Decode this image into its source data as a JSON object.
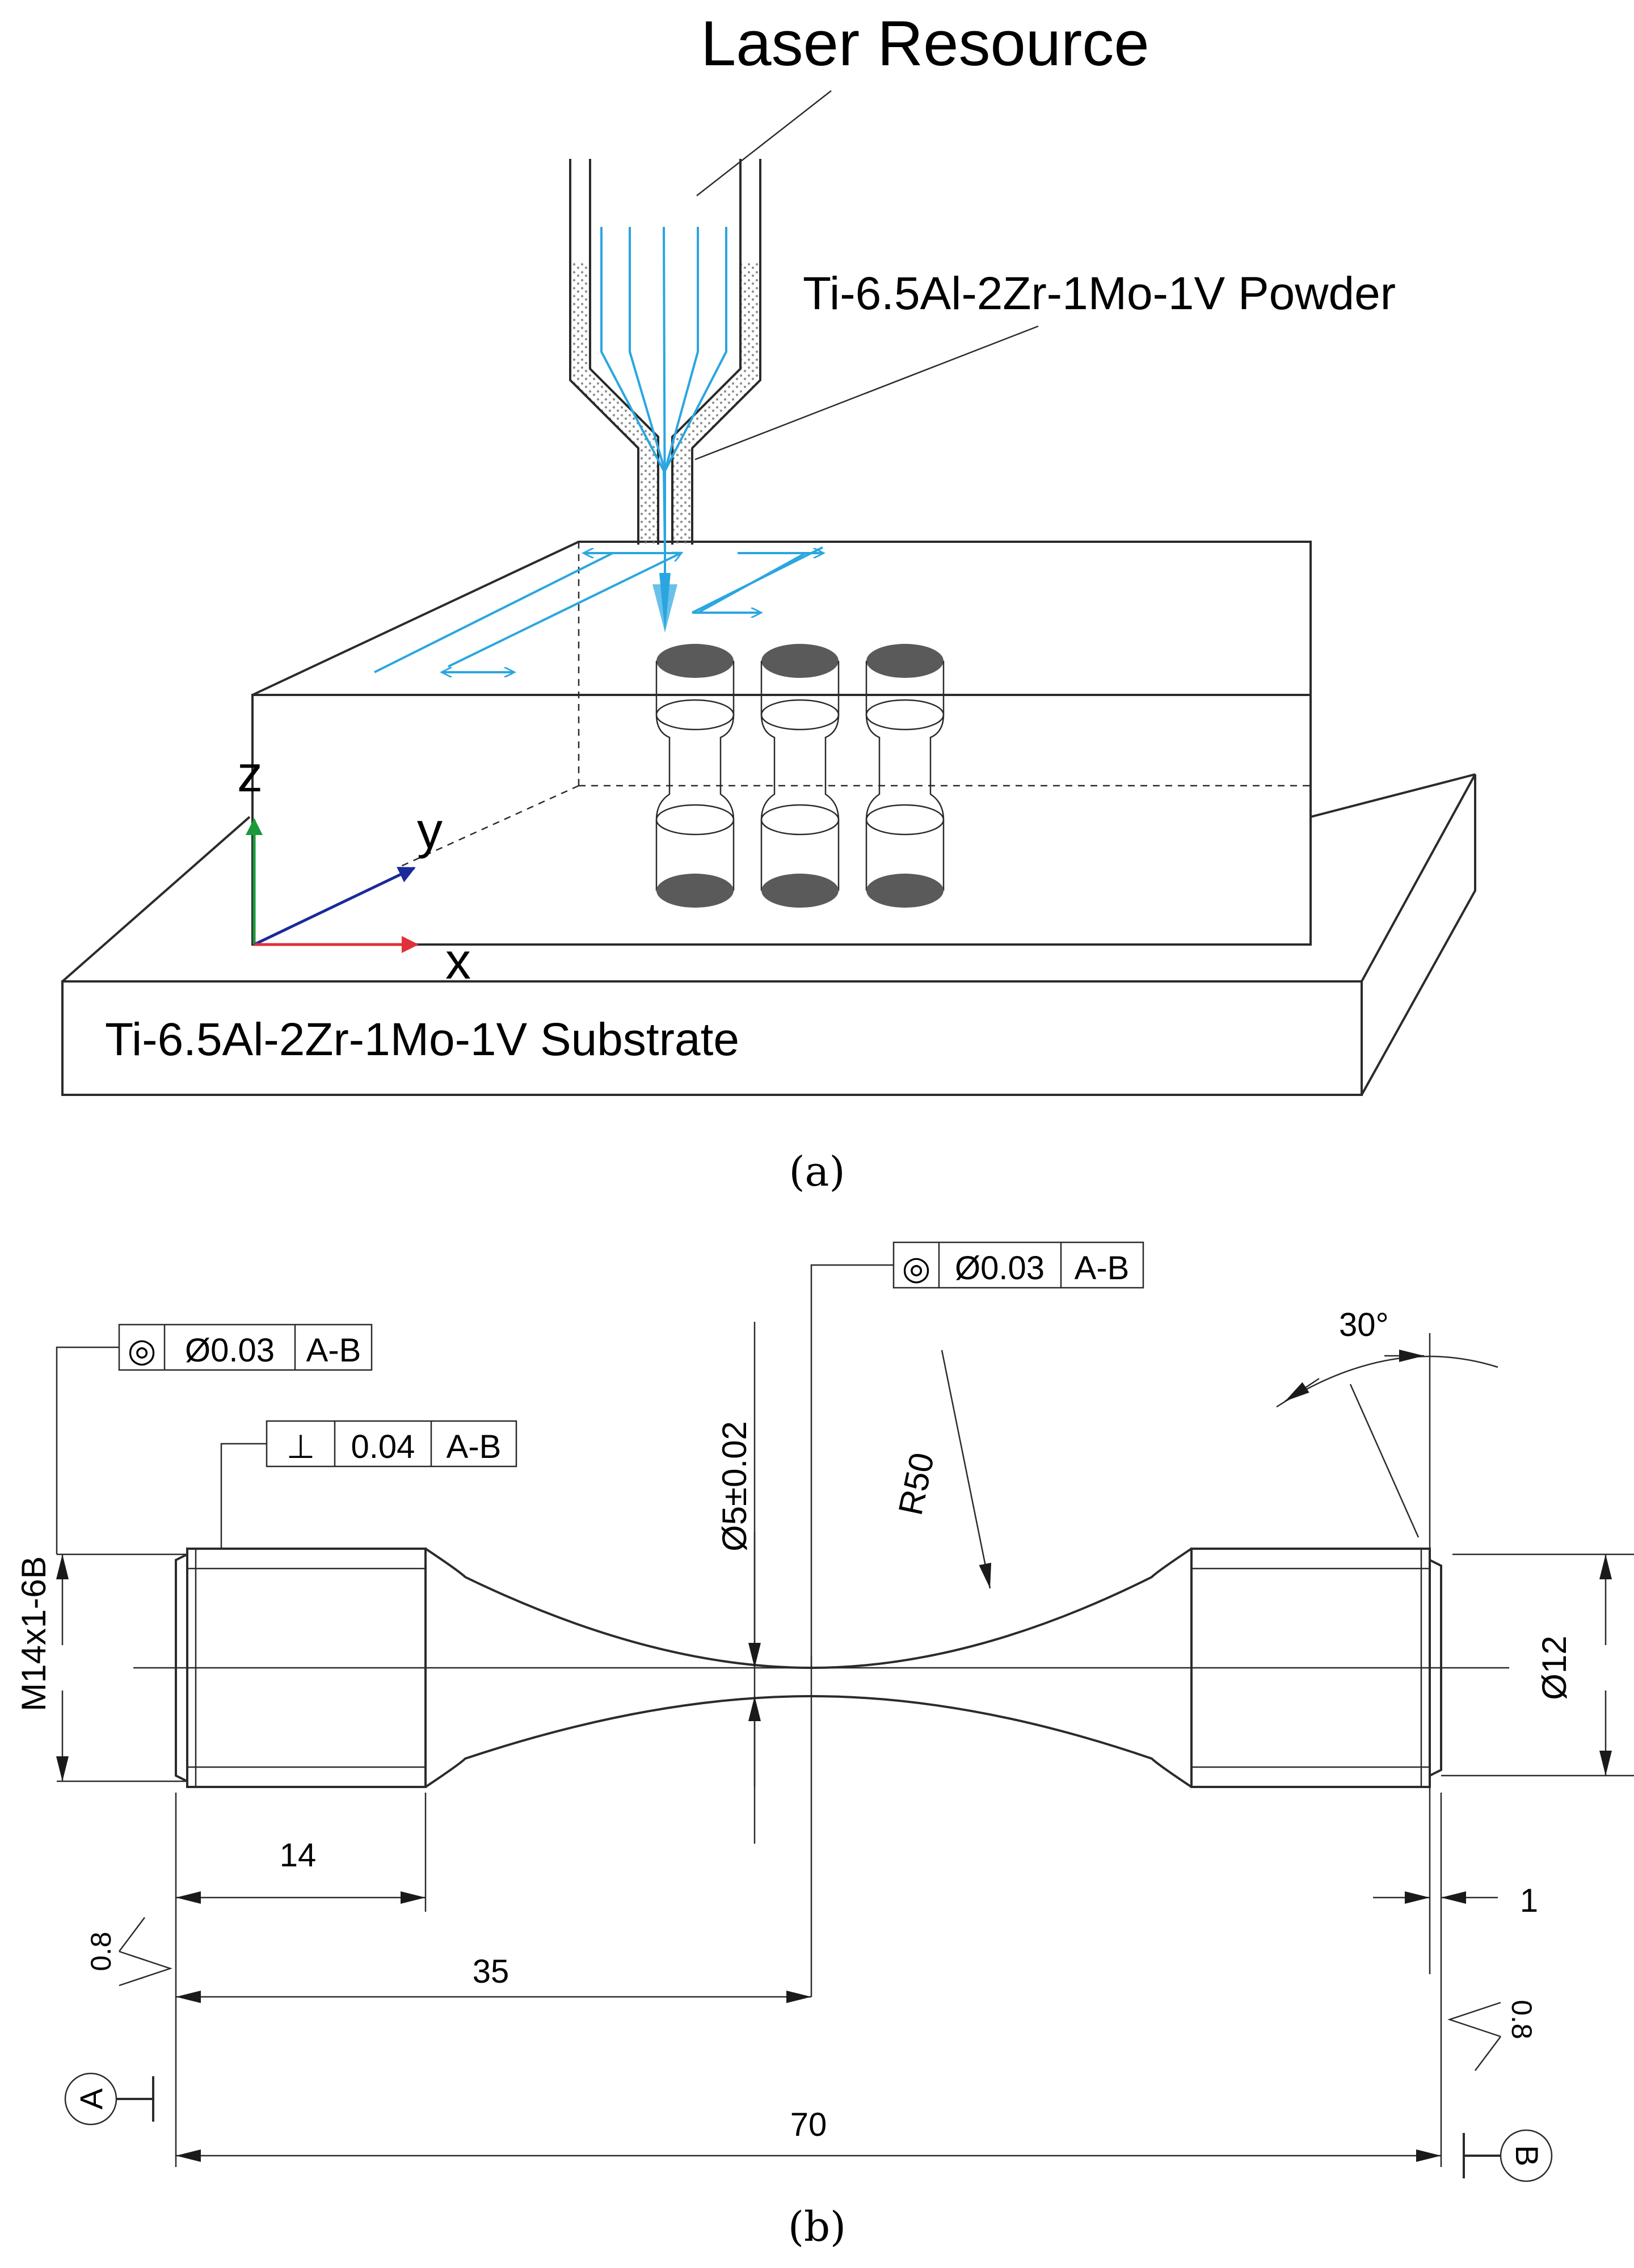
{
  "panel_a": {
    "caption": "(a)",
    "labels": {
      "laser": "Laser Resource",
      "powder": "Ti-6.5Al-2Zr-1Mo-1V  Powder",
      "substrate": "Ti-6.5Al-2Zr-1Mo-1V  Substrate",
      "axis_z": "z",
      "axis_y": "y",
      "axis_x": "x"
    },
    "colors": {
      "laser": "#2aa6e0",
      "axis_z": "#1a9a3a",
      "axis_y": "#1a2a9a",
      "axis_x": "#e0303a",
      "specimen_ends": "#5a5a5a"
    }
  },
  "panel_b": {
    "caption": "(b)",
    "tolerance_frames": {
      "top_center": {
        "symbol": "◎",
        "value": "Ø0.03",
        "datum": "A-B"
      },
      "left_top": {
        "symbol": "◎",
        "value": "Ø0.03",
        "datum": "A-B"
      },
      "left_perp": {
        "symbol": "⊥",
        "value": "0.04",
        "datum": "A-B"
      }
    },
    "dimensions": {
      "gauge_diameter": "Ø5±0.02",
      "radius": "R50",
      "angle": "30°",
      "thread": "M14x1-6B",
      "end_diameter": "Ø12",
      "grip_length": "14",
      "half_length": "35",
      "chamfer": "1",
      "total_length": "70",
      "roughness_left": "0.8",
      "roughness_right": "0.8"
    },
    "datums": {
      "left": "A",
      "right": "B"
    }
  }
}
